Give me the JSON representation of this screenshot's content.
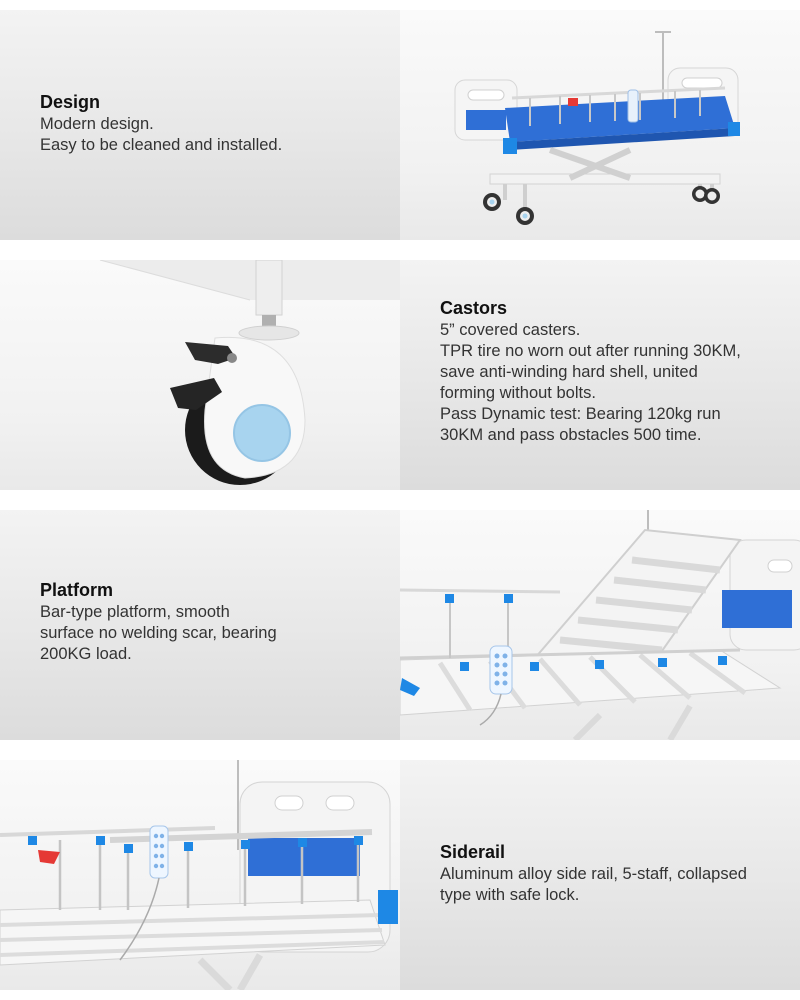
{
  "sections": [
    {
      "title": "Design",
      "lines": [
        "Modern design.",
        "Easy to be cleaned and installed."
      ]
    },
    {
      "title": "Castors",
      "lines": [
        "5” covered casters.",
        "TPR tire no worn out after running 30KM,",
        "save anti-winding hard shell, united",
        "forming without bolts.",
        "Pass Dynamic test: Bearing 120kg run",
        "30KM and pass obstacles 500 time."
      ]
    },
    {
      "title": "Platform",
      "lines": [
        "Bar-type platform, smooth",
        "surface no welding scar, bearing",
        "200KG load."
      ]
    },
    {
      "title": "Siderail",
      "lines": [
        "Aluminum alloy side rail, 5-staff, collapsed",
        "type with safe lock."
      ]
    }
  ],
  "colors": {
    "mattress_blue": "#2f6fd6",
    "accent_blue": "#1e88e5",
    "frame_white": "#f6f6f6",
    "hub_blue": "#a8d4ef"
  }
}
